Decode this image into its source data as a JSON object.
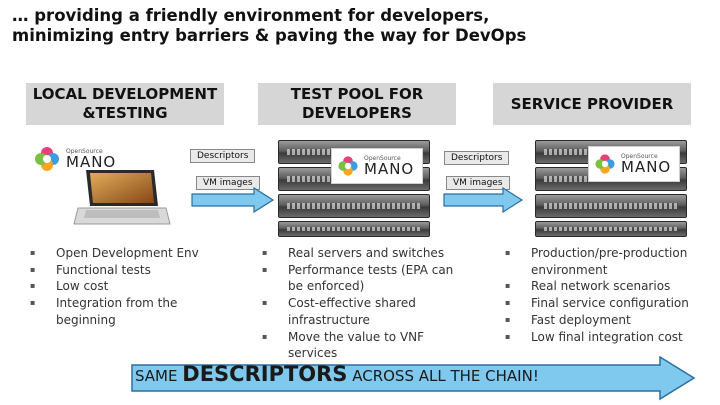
{
  "title": {
    "line1": "… providing a friendly environment for developers,",
    "line2": "minimizing entry barriers & paving the way for DevOps"
  },
  "columns": {
    "local": {
      "heading_line1": "LOCAL DEVELOPMENT",
      "heading_line2": "&TESTING",
      "bullets": [
        "Open Development Env",
        "Functional tests",
        "Low cost",
        "Integration from the beginning"
      ]
    },
    "pool": {
      "heading_line1": "TEST POOL FOR",
      "heading_line2": "DEVELOPERS",
      "bullets": [
        "Real servers and switches",
        "Performance tests (EPA can be enforced)",
        "Cost-effective shared infrastructure",
        "Move the value to VNF services"
      ]
    },
    "sp": {
      "heading": "SERVICE PROVIDER",
      "bullets": [
        "Production/pre-production environment",
        "Real network scenarios",
        "Final service configuration",
        "Fast deployment",
        "Low final integration cost"
      ]
    }
  },
  "logo": {
    "small": "OpenSource",
    "big": "MANO"
  },
  "tags": {
    "descriptors": "Descriptors",
    "vm_images": "VM images"
  },
  "chain": {
    "before": "SAME",
    "emph": "DESCRIPTORS",
    "after": "ACROSS ALL THE CHAIN!"
  },
  "colors": {
    "arrow_fill": "#7fc8ee",
    "arrow_stroke": "#2b6fa3",
    "header_bg": "#d6d6d6"
  }
}
